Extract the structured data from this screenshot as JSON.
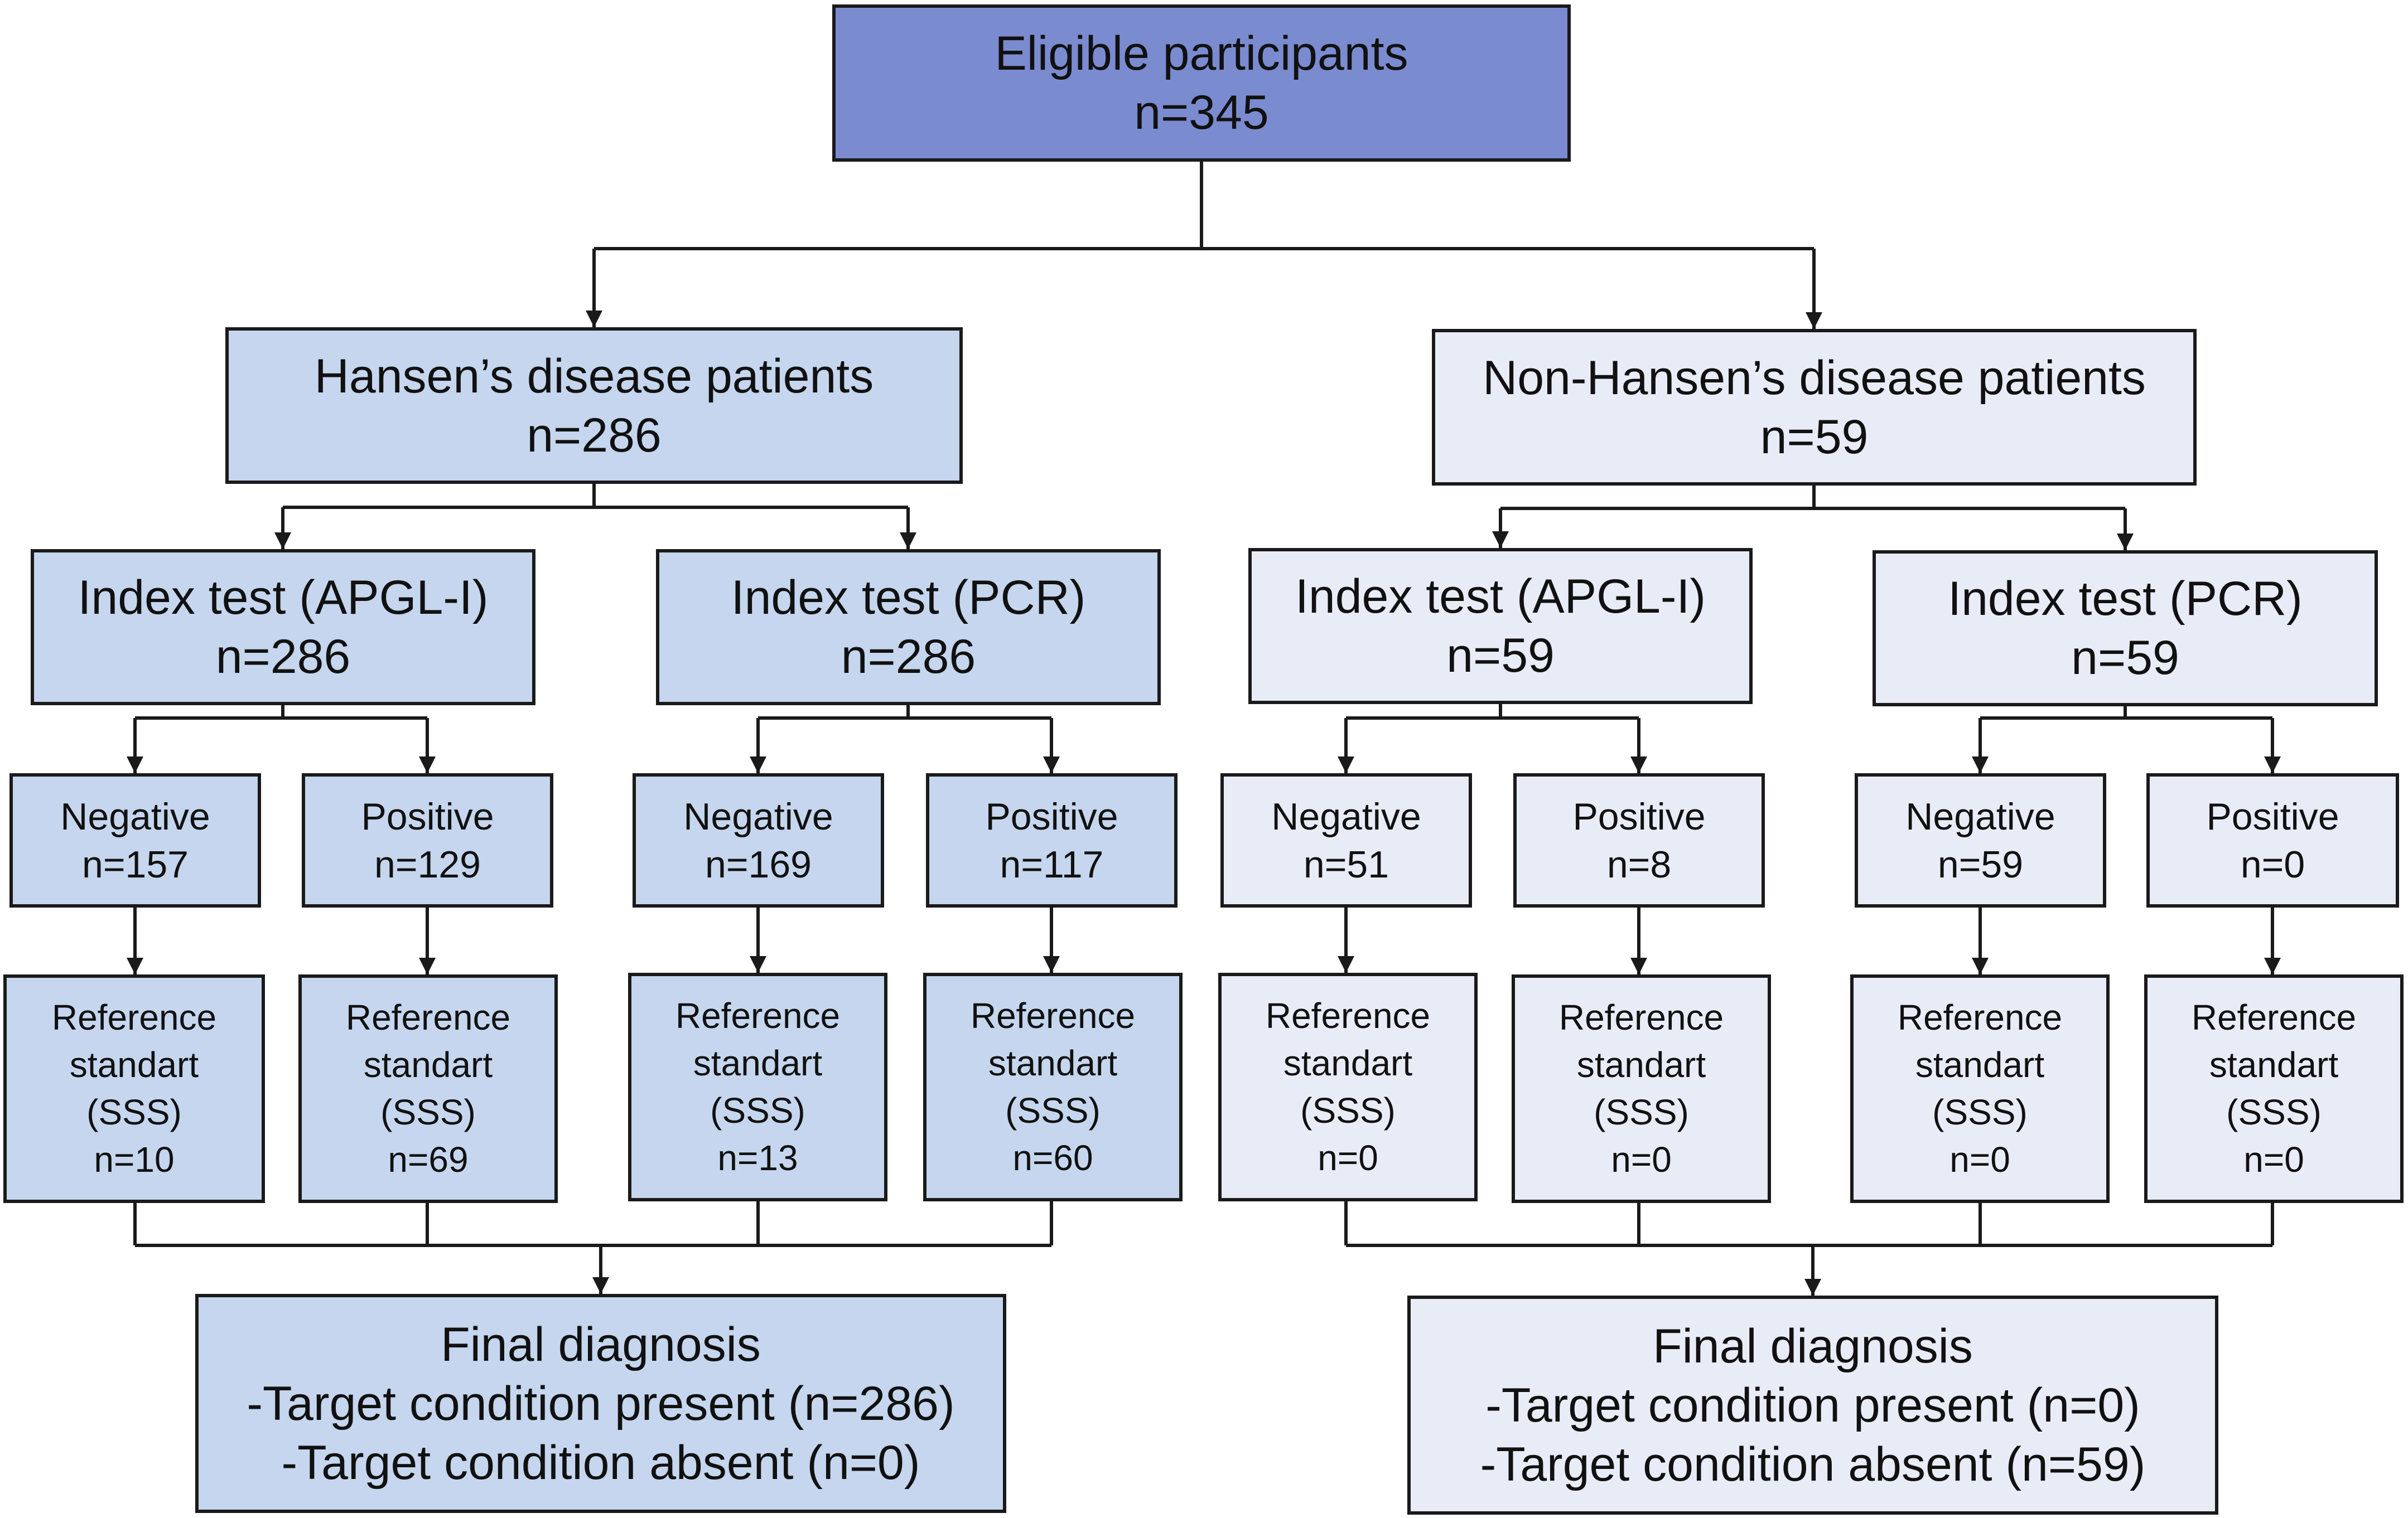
{
  "colors": {
    "top": "#7b8bd0",
    "hansen": "#c5d6ee",
    "non_hansen": "#e8ecf6",
    "line": "#1a1a1a"
  },
  "eligible": {
    "title": "Eligible participants",
    "n": "n=345"
  },
  "hansen": {
    "title": "Hansen’s disease patients",
    "n": "n=286",
    "apgl": {
      "title": "Index test (APGL-I)",
      "n": "n=286",
      "negative": {
        "label": "Negative",
        "n": "n=157",
        "ref": [
          "Reference",
          "standart",
          "(SSS)",
          "n=10"
        ]
      },
      "positive": {
        "label": "Positive",
        "n": "n=129",
        "ref": [
          "Reference",
          "standart",
          "(SSS)",
          "n=69"
        ]
      }
    },
    "pcr": {
      "title": "Index test (PCR)",
      "n": "n=286",
      "negative": {
        "label": "Negative",
        "n": "n=169",
        "ref": [
          "Reference",
          "standart",
          "(SSS)",
          "n=13"
        ]
      },
      "positive": {
        "label": "Positive",
        "n": "n=117",
        "ref": [
          "Reference",
          "standart",
          "(SSS)",
          "n=60"
        ]
      }
    },
    "final": [
      "Final diagnosis",
      "-Target condition present (n=286)",
      "-Target condition absent (n=0)"
    ]
  },
  "non_hansen": {
    "title": "Non-Hansen’s disease patients",
    "n": "n=59",
    "apgl": {
      "title": "Index test (APGL-I)",
      "n": "n=59",
      "negative": {
        "label": "Negative",
        "n": "n=51",
        "ref": [
          "Reference",
          "standart",
          "(SSS)",
          "n=0"
        ]
      },
      "positive": {
        "label": "Positive",
        "n": "n=8",
        "ref": [
          "Reference",
          "standart",
          "(SSS)",
          "n=0"
        ]
      }
    },
    "pcr": {
      "title": "Index test (PCR)",
      "n": "n=59",
      "negative": {
        "label": "Negative",
        "n": "n=59",
        "ref": [
          "Reference",
          "standart",
          "(SSS)",
          "n=0"
        ]
      },
      "positive": {
        "label": "Positive",
        "n": "n=0",
        "ref": [
          "Reference",
          "standart",
          "(SSS)",
          "n=0"
        ]
      }
    },
    "final": [
      "Final diagnosis",
      "-Target condition present (n=0)",
      "-Target condition absent (n=59)"
    ]
  }
}
